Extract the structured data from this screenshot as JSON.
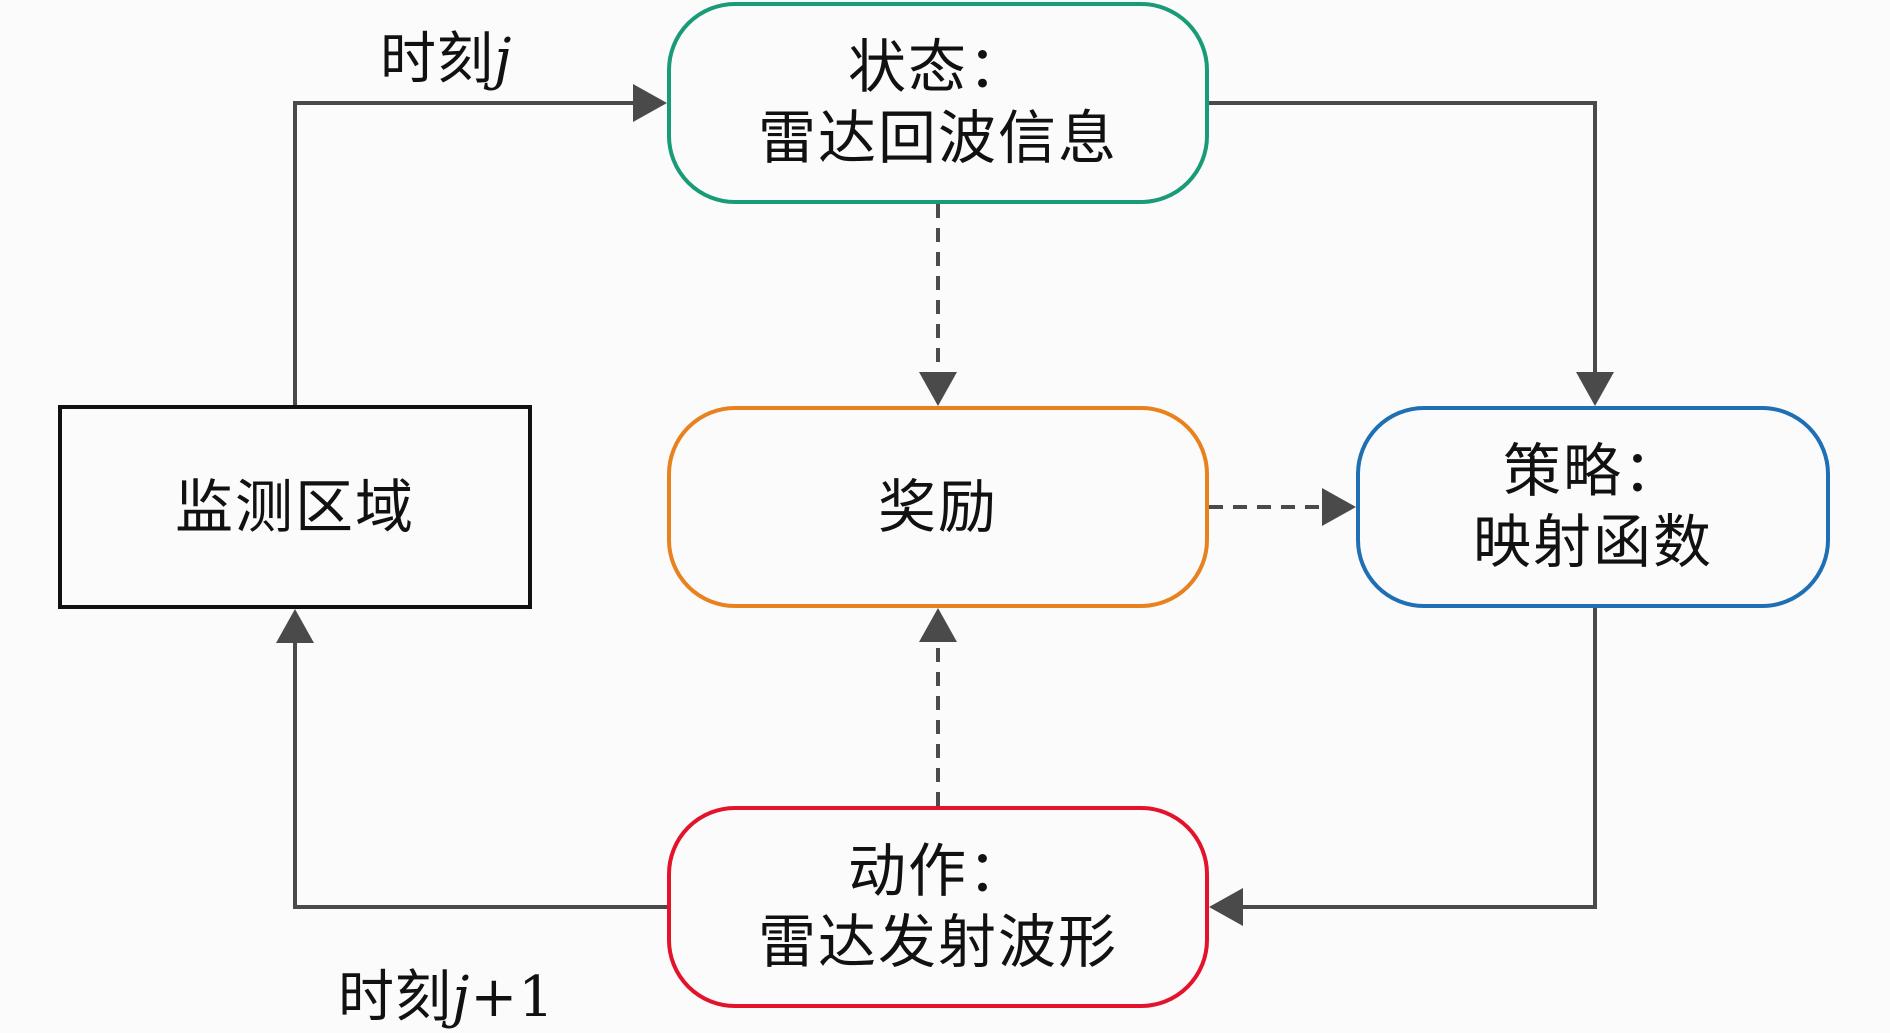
{
  "nodes": {
    "monitor": {
      "label": "监测区域"
    },
    "state": {
      "title": "状态：",
      "body": "雷达回波信息",
      "border_color": "#1a9b78"
    },
    "reward": {
      "label": "奖励",
      "border_color": "#e8821e"
    },
    "policy": {
      "title": "策略：",
      "body": "映射函数",
      "border_color": "#1f6fb5"
    },
    "action": {
      "title": "动作：",
      "body": "雷达发射波形",
      "border_color": "#e3132c"
    }
  },
  "edge_labels": {
    "time_j": {
      "prefix": "时刻",
      "var": "j",
      "suffix": ""
    },
    "time_j_plus_1": {
      "prefix": "时刻",
      "var": "j",
      "suffix": "+1"
    }
  },
  "edges": [
    {
      "from": "monitor",
      "to": "state",
      "style": "solid",
      "label": "time_j"
    },
    {
      "from": "state",
      "to": "policy",
      "style": "solid"
    },
    {
      "from": "state",
      "to": "reward",
      "style": "dashed"
    },
    {
      "from": "reward",
      "to": "policy",
      "style": "dashed"
    },
    {
      "from": "policy",
      "to": "action",
      "style": "solid"
    },
    {
      "from": "action",
      "to": "reward",
      "style": "dashed"
    },
    {
      "from": "action",
      "to": "monitor",
      "style": "solid",
      "label": "time_j_plus_1"
    }
  ],
  "colors": {
    "connector": "#4a4a4a",
    "background": "#fbfbfb",
    "text": "#111111"
  }
}
